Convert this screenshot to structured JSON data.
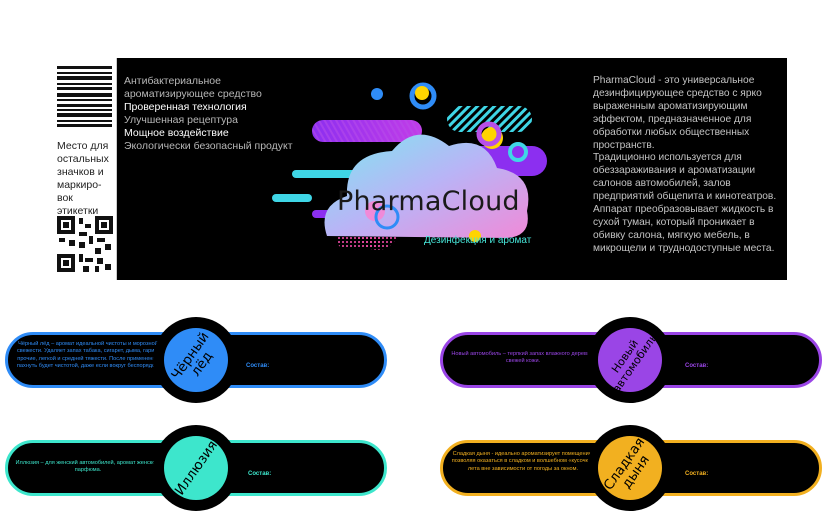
{
  "label": {
    "placeholder_text": "Место для остальных значков и маркиро-вок этикетки",
    "features": [
      {
        "text": "Антибактериальное ароматизирующее средство",
        "highlight": false
      },
      {
        "text": "Проверенная технология",
        "highlight": true
      },
      {
        "text": "Улучшенная рецептура",
        "highlight": false
      },
      {
        "text": "Мощное воздействие",
        "highlight": true
      },
      {
        "text": "Экологически безопасный продукт",
        "highlight": false
      }
    ],
    "brand": "PharmaCloud",
    "tagline": "Дезинфекция и аромат",
    "description": [
      "PharmaCloud - это универсальное дезинфицирующее средство с ярко выраженным ароматизирующим эффектом, предназначенное для обработки любых общественных пространств.",
      "Традиционно используется для обеззараживания и ароматизации салонов автомобилей, залов предприятий общепита и кинотеатров.",
      "Аппарат преобразовывает жидкость в сухой туман, который проникает в обивку салона, мягкую мебель, в микрощели и труднодоступные места."
    ]
  },
  "flavours": [
    {
      "name": "Чёрный\nлёд",
      "description": "Чёрный лёд – аромат идеальной чистоты и морозной свежести. Удаляет запах табака, сигарет, дыма, гари и прочие, легкой и средней тяжести. После применения пахнуть будет чистотой, даже если вокруг беспорядок.",
      "composition": "Состав:",
      "color": "#2f8cf7"
    },
    {
      "name": "Новый\nавтомобиль",
      "description": "Новый автомобиль – терпкий запах влажного дерева и свежей кожи.",
      "composition": "Состав:",
      "color": "#9a45e6"
    },
    {
      "name": "Иллюзия",
      "description": "Иллюзия – для женский автомобилей, аромат женского парфюма.",
      "composition": "Состав:",
      "color": "#3de6cc"
    },
    {
      "name": "Сладкая\nдыня",
      "description": "Сладкая дыня - идеально ароматизирует помещение, позволяя оказаться в сладком и волшебном «кусочке» лета вне зависимости от погоды за окном.",
      "composition": "Состав:",
      "color": "#f2b020"
    }
  ]
}
